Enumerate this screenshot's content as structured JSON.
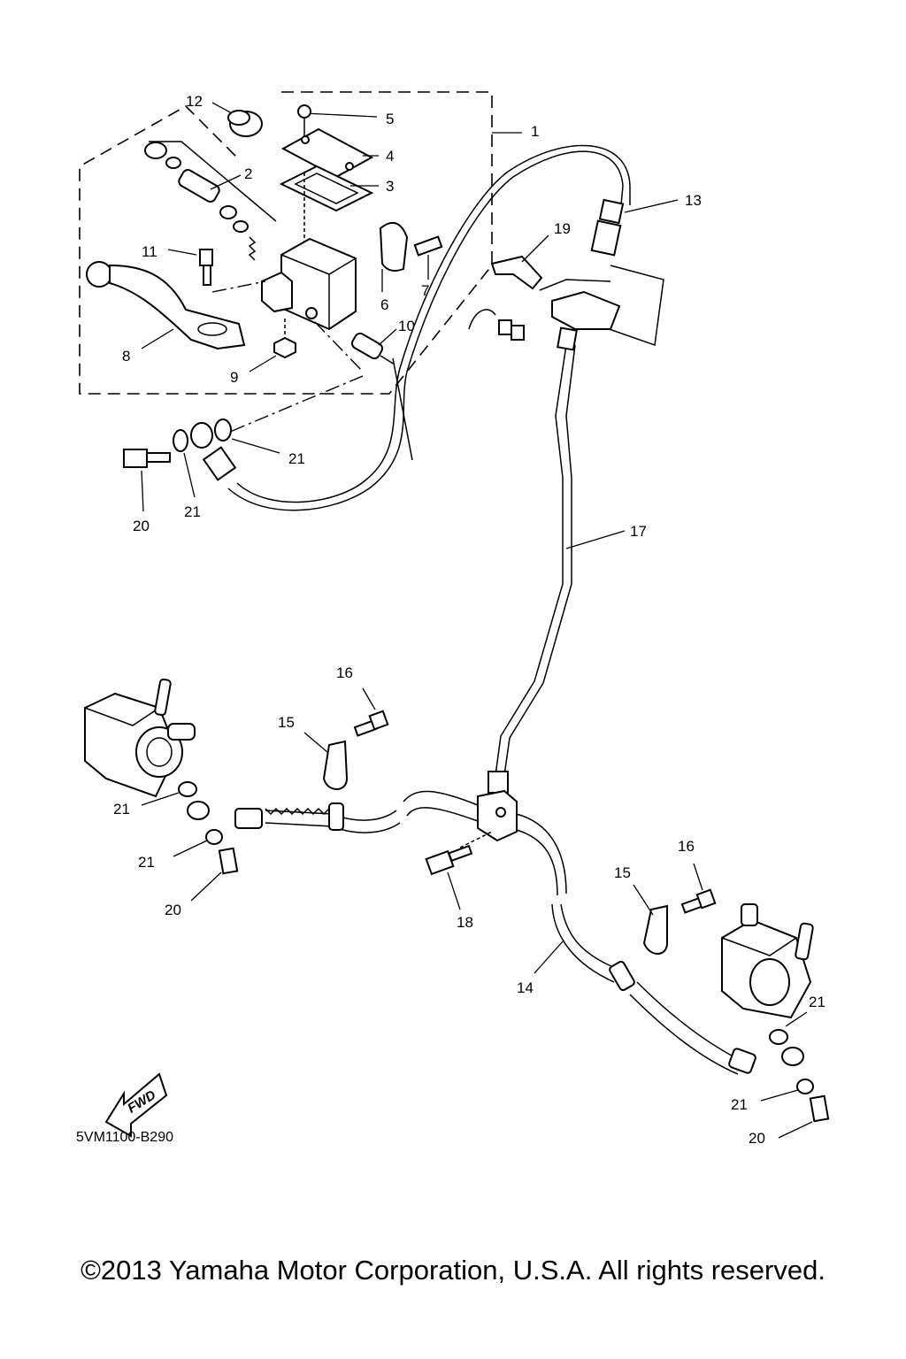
{
  "callouts": {
    "p1": "1",
    "p2": "2",
    "p3": "3",
    "p4": "4",
    "p5": "5",
    "p6": "6",
    "p7": "7",
    "p8": "8",
    "p9": "9",
    "p10": "10",
    "p11": "11",
    "p12": "12",
    "p13": "13",
    "p14": "14",
    "p15": "15",
    "p16": "16",
    "p17": "17",
    "p18": "18",
    "p19": "19",
    "p20": "20",
    "p21": "21"
  },
  "fwd_label": "FWD",
  "diagram_code": "5VM1100-B290",
  "copyright": "©2013 Yamaha Motor Corporation, U.S.A. All rights reserved."
}
